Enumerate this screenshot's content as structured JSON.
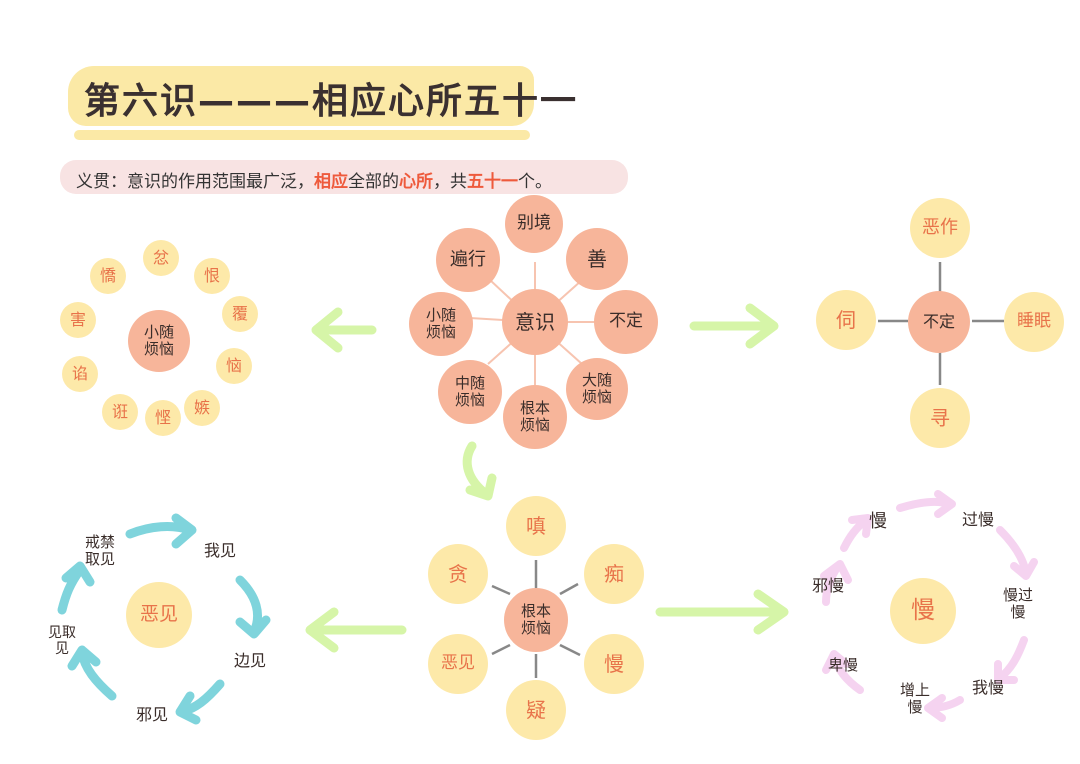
{
  "title": "第六识———相应心所五十一",
  "subtitle": {
    "prefix": "义贯：意识的作用范围最广泛，",
    "hl1": "相应",
    "mid": "全部的",
    "hl2": "心所",
    "mid2": "，共",
    "hl3": "五十一",
    "suffix": "个。"
  },
  "center": {
    "hub": "意识",
    "petals": [
      "别境",
      "善",
      "不定",
      "大随\n烦恼",
      "根本\n烦恼",
      "中随\n烦恼",
      "小随\n烦恼",
      "遍行"
    ]
  },
  "small_afflictions": {
    "hub": "小随\n烦恼",
    "items": [
      "忿",
      "恨",
      "覆",
      "恼",
      "嫉",
      "悭",
      "诳",
      "谄",
      "害",
      "憍"
    ]
  },
  "indeterminate": {
    "hub": "不定",
    "items": [
      "恶作",
      "睡眠",
      "寻",
      "伺"
    ]
  },
  "root_afflictions": {
    "hub": "根本\n烦恼",
    "items": [
      "嗔",
      "痴",
      "慢",
      "疑",
      "恶见",
      "贪"
    ]
  },
  "wrong_views": {
    "hub": "恶见",
    "items": [
      "我见",
      "边见",
      "邪见",
      "见取\n见",
      "戒禁\n取见"
    ]
  },
  "pride": {
    "hub": "慢",
    "items": [
      "过慢",
      "慢过\n慢",
      "我慢",
      "增上\n慢",
      "卑慢",
      "邪慢",
      "慢"
    ]
  },
  "colors": {
    "salmon": "#f7b59a",
    "yellow": "#fde9a9",
    "accent_red": "#ee5a3c",
    "arrow_green": "#d6f5a8",
    "arrow_teal": "#7fd4dc",
    "arrow_pink": "#f5d3f0"
  }
}
